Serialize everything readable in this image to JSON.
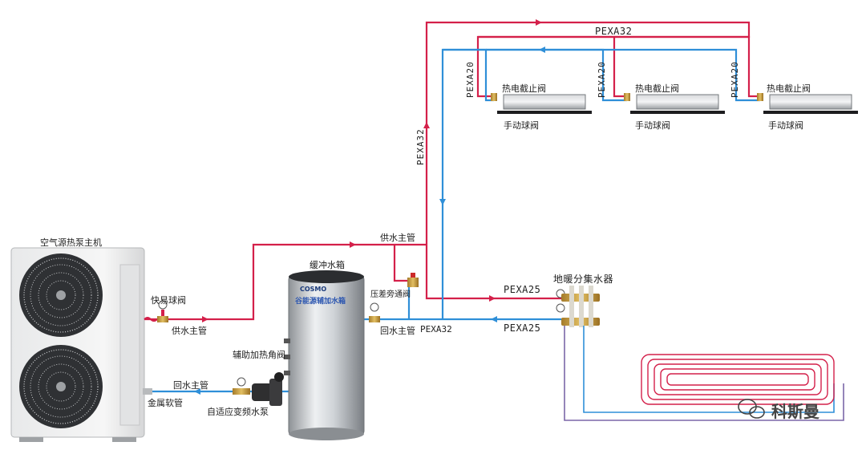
{
  "colors": {
    "supply": "#d4204a",
    "return": "#2f8fd8",
    "heating_coil": "#d4204a",
    "floor_return": "#7b67a8"
  },
  "labels": {
    "heat_pump_unit": "空气源热泵主机",
    "quick_ball_valve": "快易球阀",
    "supply_main_left": "供水主管",
    "supply_main_top": "供水主管",
    "return_main_left": "回水主管",
    "metal_hose": "金属软管",
    "aux_heating_valve": "辅助加热角阀",
    "adaptive_pump": "自适应变频水泵",
    "buffer_tank": "缓冲水箱",
    "pressure_bypass_valve": "压差旁通阀",
    "return_main_right": "回水主管",
    "pexa32_bottom": "PEXA32",
    "pexa32_top": "PEXA32",
    "pexa32_vertical": "PEXA32",
    "floor_manifold": "地暖分集水器",
    "pexa25_supply": "PEXA25",
    "pexa25_return": "PEXA25",
    "unit1_pexa20": "PEXA20",
    "unit2_pexa20": "PEXA20",
    "unit3_pexa20": "PEXA20",
    "unit1_thermal_valve": "热电截止阀",
    "unit2_thermal_valve": "热电截止阀",
    "unit3_thermal_valve": "热电截止阀",
    "unit1_manual_valve": "手动球阀",
    "unit2_manual_valve": "手动球阀",
    "unit3_manual_valve": "手动球阀"
  },
  "tank": {
    "brand": "COSMO",
    "text": "谷能源辅加水箱"
  },
  "watermark": "科斯曼",
  "icons": {
    "heat_pump": "heat-pump-icon",
    "tank": "tank-icon",
    "pump": "pump-icon",
    "manifold": "manifold-icon",
    "fan_coil": "fan-coil-icon",
    "floor_coil": "floor-coil-icon",
    "valve": "valve-icon",
    "gauge": "gauge-icon",
    "wechat": "wechat-icon"
  }
}
